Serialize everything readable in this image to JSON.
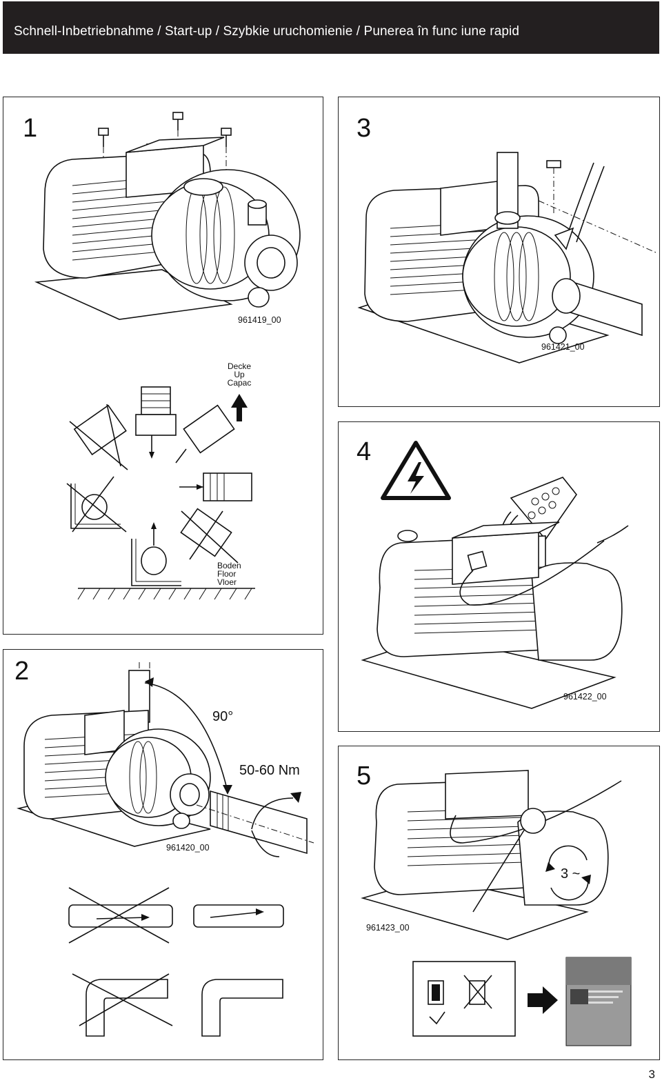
{
  "header": {
    "title": "Schnell-Inbetriebnahme / Start-up / Szybkie uruchomienie / Punerea în func iune rapid"
  },
  "panels": {
    "p1": {
      "number": "1",
      "code": "961419_00",
      "up_label": [
        "Decke",
        "Up",
        "Capac"
      ],
      "floor_label": [
        "Boden",
        "Floor",
        "Vloer"
      ]
    },
    "p2": {
      "number": "2",
      "code": "961420_00",
      "angle": "90°",
      "torque": "50-60 Nm"
    },
    "p3": {
      "number": "3",
      "code": "961421_00"
    },
    "p4": {
      "number": "4",
      "code": "961422_00"
    },
    "p5": {
      "number": "5",
      "code": "961423_00",
      "phase": "3 ~"
    }
  },
  "icons": [
    "bolt-icon",
    "warning-electric-icon",
    "up-arrow-icon",
    "arrow-right-icon",
    "check-icon",
    "cross-icon",
    "rotation-icon"
  ],
  "page_number": "3"
}
